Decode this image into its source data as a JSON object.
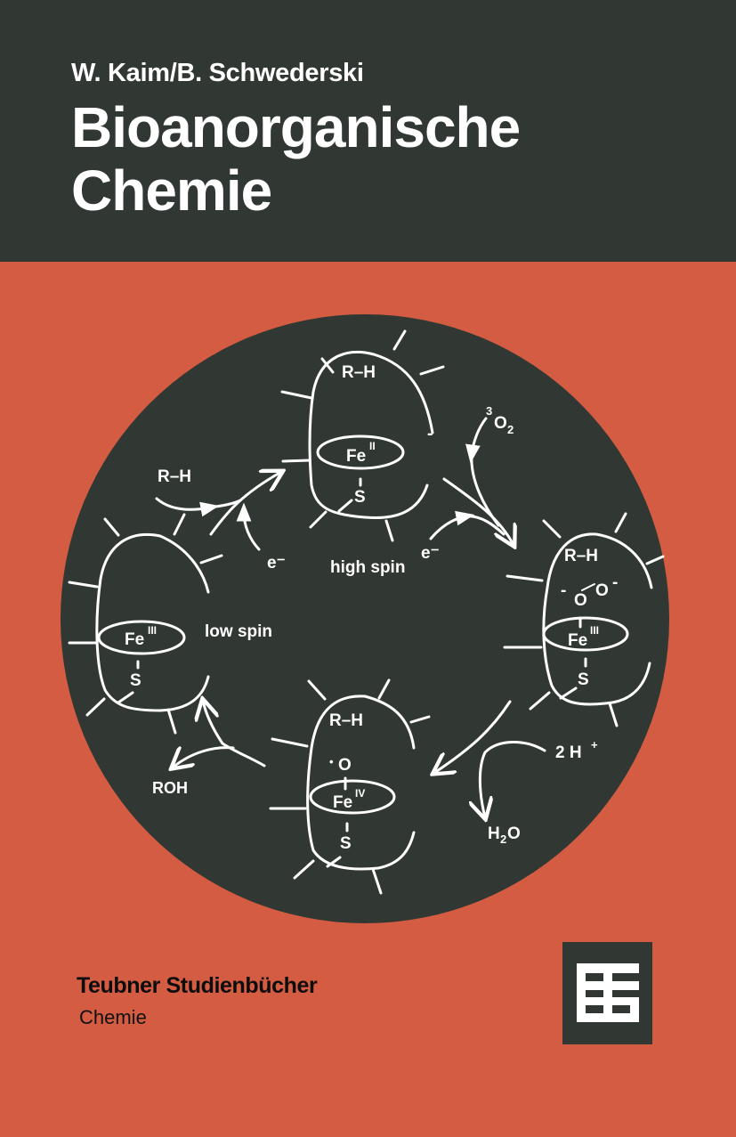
{
  "cover": {
    "authors": "W. Kaim/B. Schwederski",
    "title_line1": "Bioanorganische",
    "title_line2": "Chemie",
    "series": "Teubner Studienbücher",
    "subject": "Chemie",
    "publisher_logo": "teubner-tg-monogram"
  },
  "colors": {
    "background_red": "#d35c42",
    "dark_panel": "#313833",
    "line_white": "#ffffff",
    "series_text": "#0d0d0d"
  },
  "diagram": {
    "description": "Cytochrome P450 catalytic cycle",
    "states": [
      {
        "position": "top",
        "substrate": "R–H",
        "iron": "Fe",
        "oxidation": "II",
        "charge": "-",
        "ligand": "S",
        "spin_label": "high spin"
      },
      {
        "position": "right",
        "substrate": "R–H",
        "iron": "Fe",
        "oxidation": "III",
        "bound": "-O-O-",
        "ligand": "S"
      },
      {
        "position": "bottom",
        "substrate": "R–H",
        "iron": "Fe",
        "oxidation": "IV",
        "bound": "•O",
        "ligand": "S"
      },
      {
        "position": "left",
        "iron": "Fe",
        "oxidation": "III",
        "ligand": "S",
        "spin_label": "low spin"
      }
    ],
    "labels": {
      "rh_in": "R–H",
      "e_left": "e⁻",
      "e_right": "e⁻",
      "o2": "O",
      "o2_pre": "3",
      "o2_sub": "2",
      "two_h": "2 H",
      "two_h_sup": "+",
      "h2o_h": "H",
      "h2o_sub": "2",
      "h2o_o": "O",
      "roh": "ROH",
      "high_spin": "high spin",
      "low_spin": "low spin",
      "rh": "R–H",
      "fe": "Fe",
      "ox_ii": "II",
      "ox_iii": "III",
      "ox_iv": "IV",
      "s": "S",
      "minus": "-",
      "peroxo_o1": "O",
      "peroxo_o2": "O",
      "oxo": "O",
      "radical_dot": "•"
    }
  }
}
